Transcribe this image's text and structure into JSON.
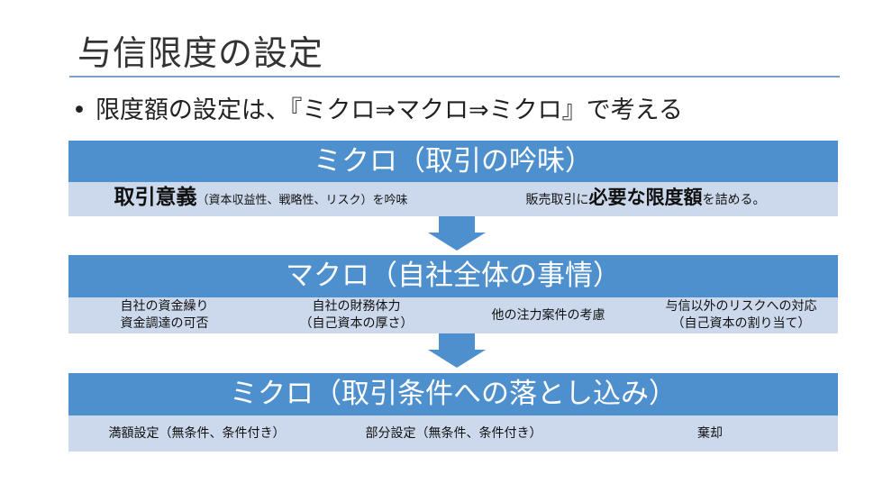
{
  "slide": {
    "title": "与信限度の設定",
    "bullet_dot": "•",
    "bullet": "限度額の設定は、『ミクロ⇒マクロ⇒ミクロ』で考える"
  },
  "section1": {
    "header": "ミクロ（取引の吟味）",
    "left_big": "取引意義",
    "left_small": "（資本収益性、戦略性、リスク）を吟味",
    "right_pre": "販売取引に",
    "right_emph": "必要な限度額",
    "right_post": "を詰める。"
  },
  "section2": {
    "header": "マクロ（自社全体の事情）",
    "items": [
      {
        "line1": "自社の資金繰り",
        "line2": "資金調達の可否"
      },
      {
        "line1": "自社の財務体力",
        "line2": "（自己資本の厚さ）"
      },
      {
        "line1": "他の注力案件の考慮",
        "line2": ""
      },
      {
        "line1": "与信以外のリスクへの対応",
        "line2": "（自己資本の割り当て）"
      }
    ]
  },
  "section3": {
    "header": "ミクロ（取引条件への落とし込み）",
    "items": [
      {
        "label": "満額設定（無条件、条件付き）"
      },
      {
        "label": "部分設定（無条件、条件付き）"
      },
      {
        "label": "棄却"
      }
    ]
  },
  "colors": {
    "band": "#4e8fce",
    "row": "#ccd9ec",
    "rule": "#7f9fc4"
  }
}
